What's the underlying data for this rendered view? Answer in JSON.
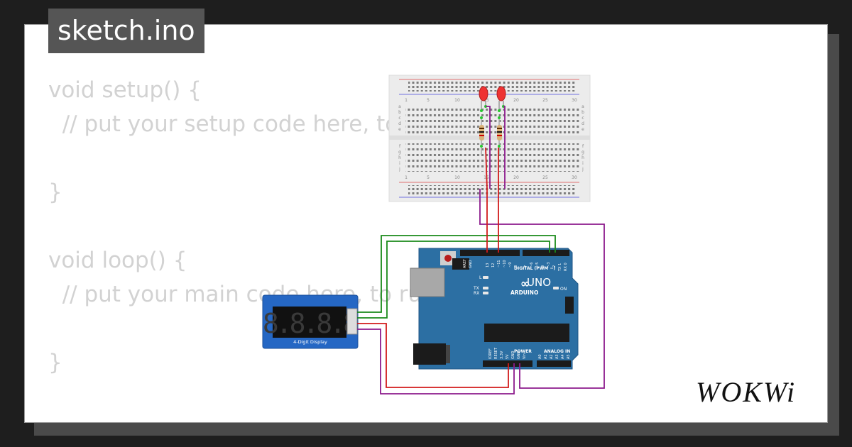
{
  "editor": {
    "tab_title": "sketch.ino",
    "code_lines": [
      "void setup() {",
      "  // put your setup code here, to run once:",
      "",
      "}",
      "",
      "void loop() {",
      "  // put your main code here, to run repeatedly:",
      "",
      "}"
    ]
  },
  "breadboard": {
    "column_labels": [
      "1",
      "5",
      "10",
      "15",
      "20",
      "25",
      "30"
    ],
    "row_labels_top": [
      "a",
      "b",
      "c",
      "d",
      "e"
    ],
    "row_labels_bottom": [
      "f",
      "g",
      "h",
      "i",
      "j"
    ]
  },
  "display": {
    "digits": "8.8.8.8",
    "label": "4-Digit Display"
  },
  "arduino": {
    "model": "UNO",
    "brand": "ARDUINO",
    "digital_label": "DIGITAL (PWM ~)",
    "power_label": "POWER",
    "analog_label": "ANALOG IN",
    "aref_label": "AREF",
    "gnd_label": "GND",
    "on_label": "ON",
    "l_label": "L",
    "tx_label": "TX",
    "rx_label": "RX",
    "digital_pins": [
      "13",
      "12",
      "~11",
      "~10",
      "~9",
      "8",
      "7",
      "~6",
      "~5",
      "4",
      "~3",
      "2",
      "TX 1",
      "RX 0"
    ],
    "power_pins": [
      "IOREF",
      "RESET",
      "3.3V",
      "5V",
      "GND",
      "GND",
      "Vin"
    ],
    "analog_pins": [
      "A0",
      "A1",
      "A2",
      "A3",
      "A4",
      "A5"
    ]
  },
  "logo": {
    "text": "WOKWi"
  },
  "colors": {
    "background": "#1e1e1e",
    "card": "#ffffff",
    "tab": "#555555",
    "code_text": "#d2d2d2",
    "board_blue": "#2c6fa3",
    "display_blue": "#2567c4",
    "wire_red": "#d21b1b",
    "wire_purple": "#8c1a8c",
    "wire_green": "#1a8a1a",
    "led_red": "#ee3333"
  }
}
